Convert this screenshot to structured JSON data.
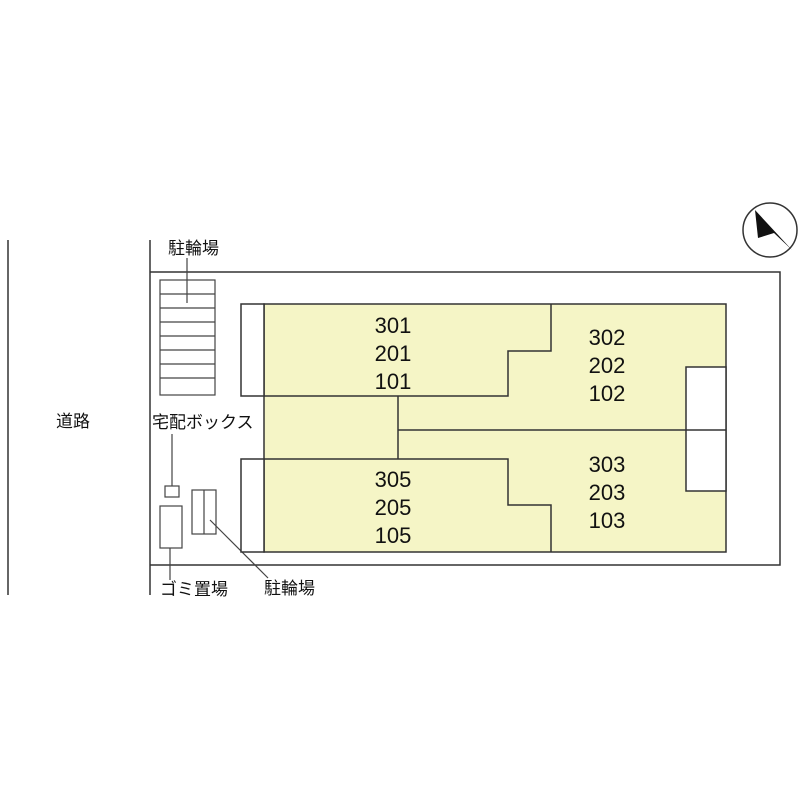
{
  "labels": {
    "road": "道路",
    "bicycle_parking_top": "駐輪場",
    "delivery_box": "宅配ボックス",
    "garbage_area": "ゴミ置場",
    "bicycle_parking_bottom": "駐輪場"
  },
  "units": {
    "top_left": [
      "301",
      "201",
      "101"
    ],
    "top_right": [
      "302",
      "202",
      "102"
    ],
    "bottom_left": [
      "305",
      "205",
      "105"
    ],
    "bottom_right": [
      "303",
      "203",
      "103"
    ]
  },
  "colors": {
    "building_fill": "#f5f5c6",
    "line": "#333333"
  },
  "icons": {
    "compass": "north-arrow-icon"
  }
}
